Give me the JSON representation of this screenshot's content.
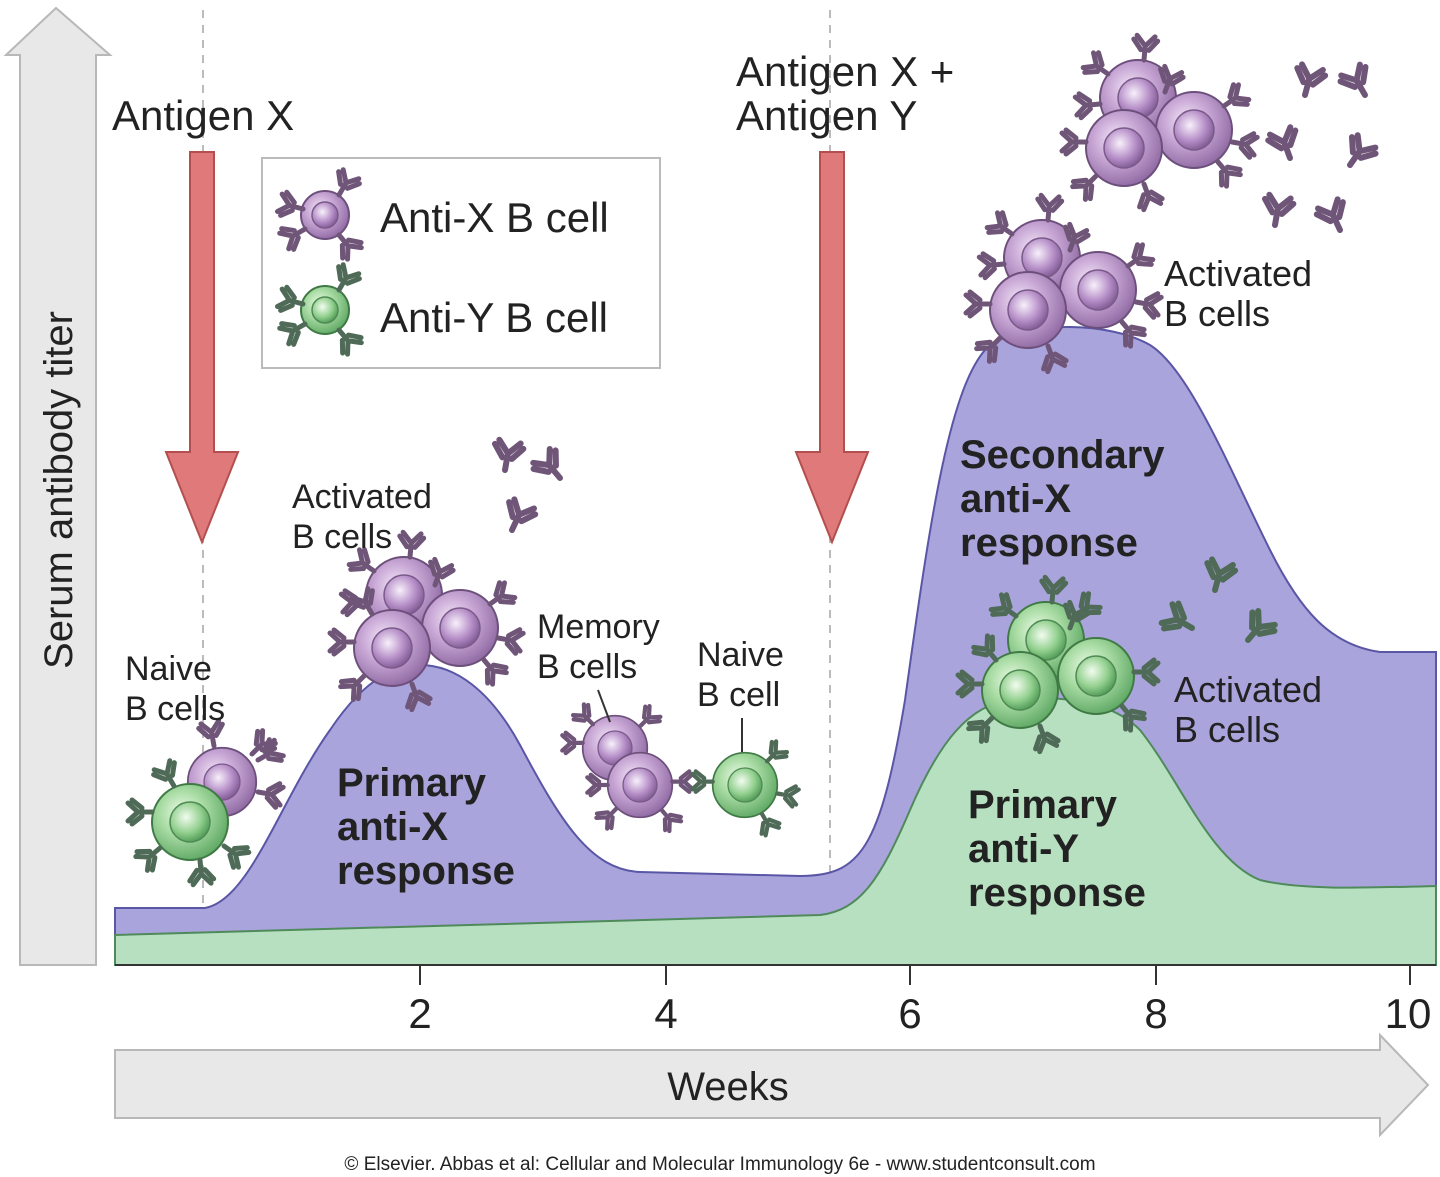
{
  "axes": {
    "y_title": "Serum antibody titer",
    "x_title": "Weeks",
    "x_ticks": [
      "2",
      "4",
      "6",
      "8",
      "10"
    ]
  },
  "legend": {
    "anti_x": "Anti-X B cell",
    "anti_y": "Anti-Y B cell"
  },
  "events": {
    "antigen_x": "Antigen X",
    "antigen_xy_line1": "Antigen X +",
    "antigen_xy_line2": "Antigen Y"
  },
  "cell_labels": {
    "naive_b_cells": [
      "Naive",
      "B cells"
    ],
    "activated_b_cells_1": [
      "Activated",
      "B cells"
    ],
    "memory_b_cells": [
      "Memory",
      "B cells"
    ],
    "naive_b_cell": [
      "Naive",
      "B cell"
    ],
    "activated_b_cells_2": [
      "Activated",
      "B cells"
    ],
    "activated_b_cells_3": [
      "Activated",
      "B cells"
    ]
  },
  "responses": {
    "primary_x": [
      "Primary",
      "anti-X",
      "response"
    ],
    "secondary_x": [
      "Secondary",
      "anti-X",
      "response"
    ],
    "primary_y": [
      "Primary",
      "anti-Y",
      "response"
    ]
  },
  "credit": "© Elsevier. Abbas et al: Cellular and Molecular Immunology 6e - www.studentconsult.com",
  "colors": {
    "anti_x_fill": "#aaa4dc",
    "anti_y_fill": "#b7e0c1",
    "arrow_red": "#e07a7a",
    "anti_x_cell": "#b48fc4",
    "anti_y_cell": "#8ccf8c",
    "antibody_x": "#6f5577",
    "antibody_y": "#4f6b58",
    "axis_gray": "#e8e8e8"
  }
}
